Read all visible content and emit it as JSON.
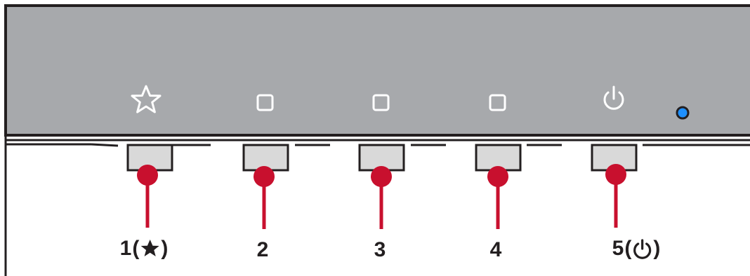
{
  "monitor": {
    "bezel_color": "#a7a9ac",
    "outline_color": "#231f20",
    "led_color": "#1e90ff",
    "callout_color": "#c8102e",
    "button_fill": "#d9d9d9"
  },
  "buttons": [
    {
      "number": "1",
      "function_icon": "star-icon",
      "bezel_icon": "star-outline-icon"
    },
    {
      "number": "2",
      "function_icon": "",
      "bezel_icon": "square-icon"
    },
    {
      "number": "3",
      "function_icon": "",
      "bezel_icon": "square-icon"
    },
    {
      "number": "4",
      "function_icon": "",
      "bezel_icon": "square-icon"
    },
    {
      "number": "5",
      "function_icon": "power-icon",
      "bezel_icon": "power-icon"
    }
  ],
  "led_indicator": "power-led"
}
